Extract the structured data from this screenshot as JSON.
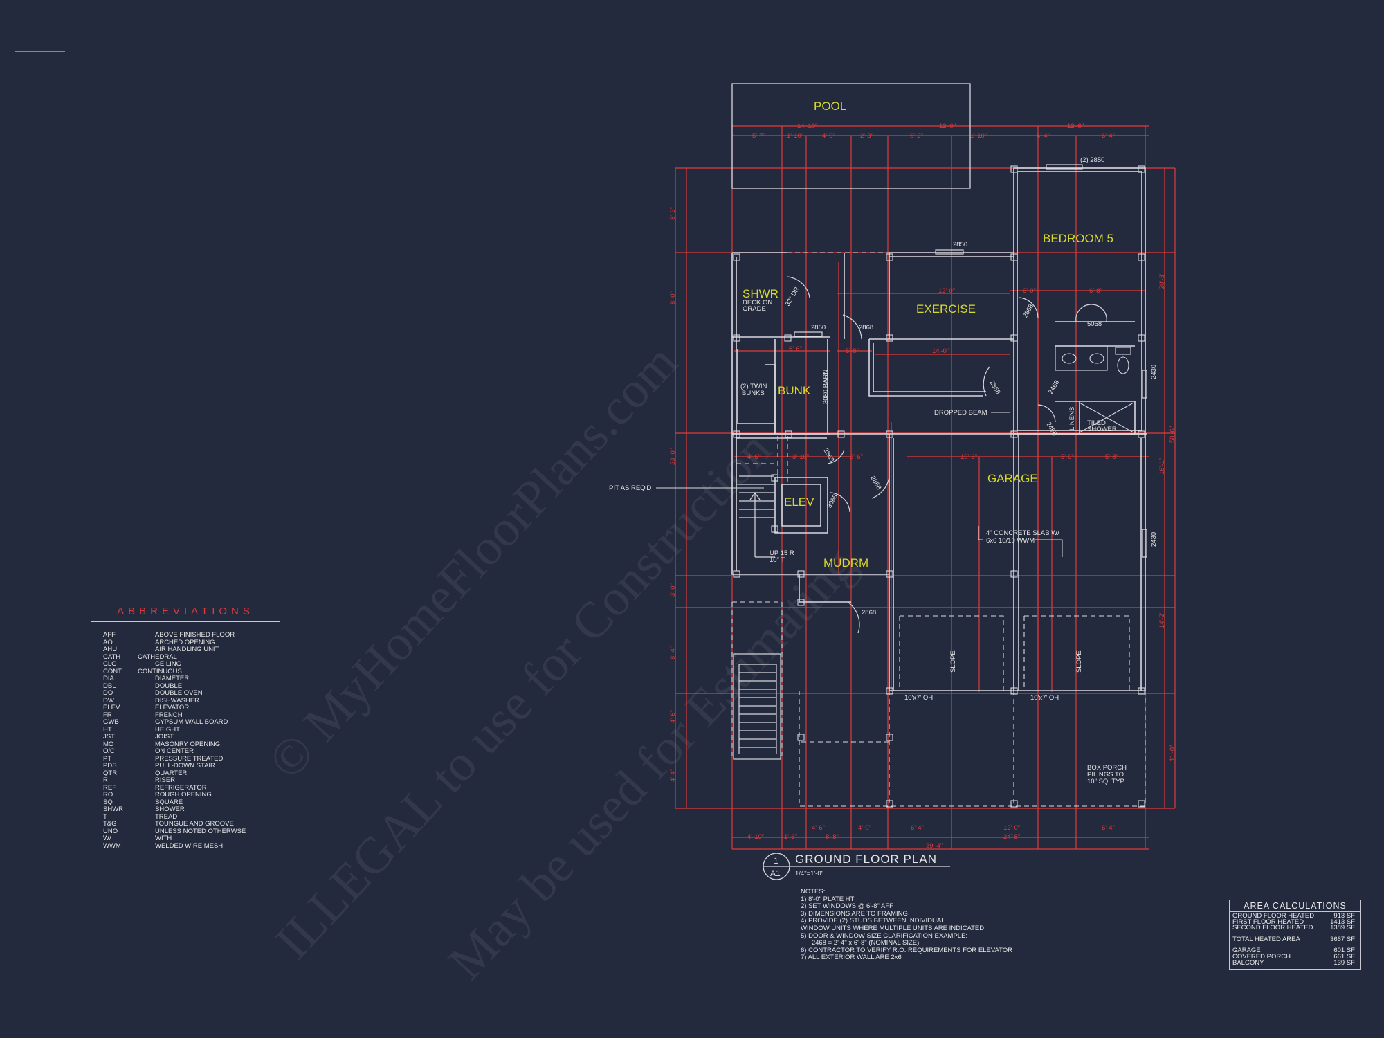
{
  "drawing": {
    "pool_label": "POOL",
    "rooms": {
      "shwr": "SHWR",
      "shwr_sub1": "DECK ON",
      "shwr_sub2": "GRADE",
      "bunk": "BUNK",
      "twin_bunks1": "(2) TWIN",
      "twin_bunks2": "BUNKS",
      "exercise": "EXERCISE",
      "bedroom": "BEDROOM 5",
      "garage": "GARAGE",
      "elev": "ELEV",
      "mudrm": "MUDRM"
    },
    "notes_on_plan": {
      "windows_2850_top": "(2) 2850",
      "w_2850_a": "2850",
      "w_2850_b": "2850",
      "d_2868_a": "2868",
      "d_2868_b": "2868",
      "d_2868_c": "2868",
      "d_2868_d": "2868",
      "d_5068": "5068",
      "d_3068": "3068",
      "d_2430_a": "2430",
      "d_2430_b": "2430",
      "barn": "3080 BARN",
      "dropped_beam": "DROPPED BEAM",
      "linens": "LINENS",
      "tiled1": "TILED",
      "tiled2": "SHOWER",
      "pit": "PIT AS REQ'D",
      "slab1": "4\" CONCRETE SLAB W/",
      "slab2": "6x6 10/10 WWM",
      "slope": "SLOPE",
      "oh_a": "10'x7' OH",
      "oh_b": "10'x7' OH",
      "up1": "UP 15 R",
      "up2": "10\" T",
      "porch1": "BOX PORCH",
      "porch2": "PILINGS TO",
      "porch3": "10\" SQ. TYP.",
      "dr32": "32\" DR",
      "d_2468": "2468"
    },
    "dims": {
      "top1": "14'-10\"",
      "top2": "12'-0\"",
      "top3": "12'-8\"",
      "t_a": "5'-7\"",
      "t_b": "1'-10\"",
      "t_c": "4'-0\"",
      "t_d": "2'-3\"",
      "t_e": "6'-2\"",
      "t_f": "1'-10\"",
      "t_g": "6'-4\"",
      "t_h": "6'-4\"",
      "l_a": "8'-2\"",
      "l_b": "8'-0\"",
      "l_c": "23'-0\"",
      "l_d": "3'-0\"",
      "l_e": "8'-4\"",
      "l_f": "4'-6\"",
      "l_g": "4'-4\"",
      "r_a": "20'-3\"",
      "r_b": "50'-6\"",
      "r_c": "16'-1\"",
      "r_d": "14'-2\"",
      "r_e": "11'-0\"",
      "i_exer": "12'-0\"",
      "i_14": "14'-0\"",
      "i_6a": "6'-0\"",
      "i_6b": "6'-8\"",
      "i_66": "6'-6\"",
      "i_58": "5'-8\"",
      "i_106": "10'-6\"",
      "i_50": "5'-0\"",
      "i_58b": "5'-8\"",
      "i_46": "4'-6\"",
      "i_310": "3'-10\"",
      "i_26": "2'-6\"",
      "b_a": "4'-10\"",
      "b_b": "1'-6\"",
      "b_c": "4'-6\"",
      "b_d": "4'-0\"",
      "b_e": "6'-4\"",
      "b_f": "12'-0\"",
      "b_g": "6'-4\"",
      "b_h": "8'-8\"",
      "b_i": "24'-8\"",
      "b_j": "39'-4\""
    }
  },
  "title_block": {
    "number": "1",
    "sheet": "A1",
    "title": "GROUND FLOOR PLAN",
    "scale": "1/4\"=1'-0\""
  },
  "notes": {
    "heading": "NOTES:",
    "items": [
      "1) 8'-0\" PLATE HT",
      "2) SET WINDOWS @ 6'-8\" AFF",
      "3) DIMENSIONS ARE TO FRAMING",
      "4) PROVIDE (2) STUDS BETWEEN INDIVIDUAL",
      "WINDOW UNITS WHERE MULTIPLE UNITS ARE INDICATED",
      "5) DOOR & WINDOW SIZE CLARIFICATION EXAMPLE:",
      "      2468 = 2'-4\" x 6'-8\" (NOMINAL SIZE)",
      "6) CONTRACTOR TO VERIFY R.O. REQUIREMENTS FOR ELEVATOR",
      "7) ALL EXTERIOR WALL ARE 2x6"
    ]
  },
  "abbreviations": {
    "title": "ABBREVIATIONS",
    "items": [
      [
        "AFF",
        "ABOVE FINISHED FLOOR"
      ],
      [
        "AO",
        "ARCHED OPENING"
      ],
      [
        "AHU",
        "AIR HANDLING UNIT"
      ],
      [
        "CATH",
        "CATHEDRAL"
      ],
      [
        "CLG",
        "CEILING"
      ],
      [
        "CONT",
        "CONTINUOUS"
      ],
      [
        "DIA",
        "DIAMETER"
      ],
      [
        "DBL",
        "DOUBLE"
      ],
      [
        "DO",
        "DOUBLE OVEN"
      ],
      [
        "DW",
        "DISHWASHER"
      ],
      [
        "ELEV",
        "ELEVATOR"
      ],
      [
        "FR",
        "FRENCH"
      ],
      [
        "GWB",
        "GYPSUM WALL BOARD"
      ],
      [
        "HT",
        "HEIGHT"
      ],
      [
        "JST",
        "JOIST"
      ],
      [
        "MO",
        "MASONRY OPENING"
      ],
      [
        "O/C",
        "ON CENTER"
      ],
      [
        "PT",
        "PRESSURE TREATED"
      ],
      [
        "PDS",
        "PULL-DOWN STAIR"
      ],
      [
        "QTR",
        "QUARTER"
      ],
      [
        "R",
        "RISER"
      ],
      [
        "REF",
        "REFRIGERATOR"
      ],
      [
        "RO",
        "ROUGH OPENING"
      ],
      [
        "SQ",
        "SQUARE"
      ],
      [
        "SHWR",
        "SHOWER"
      ],
      [
        "T",
        "TREAD"
      ],
      [
        "T&G",
        "TOUNGUE AND GROOVE"
      ],
      [
        "UNO",
        "UNLESS NOTED OTHERWSE"
      ],
      [
        "W/",
        "WITH"
      ],
      [
        "WWM",
        "WELDED WIRE MESH"
      ]
    ]
  },
  "area_calculations": {
    "title": "AREA CALCULATIONS",
    "heated": [
      [
        "GROUND FLOOR HEATED",
        "913 SF"
      ],
      [
        "FIRST FLOOR HEATED",
        "1413 SF"
      ],
      [
        "SECOND FLOOR HEATED",
        "1389 SF"
      ]
    ],
    "total": [
      "TOTAL HEATED AREA",
      "3667 SF"
    ],
    "other": [
      [
        "GARAGE",
        "601 SF"
      ],
      [
        "COVERED PORCH",
        "661 SF"
      ],
      [
        "BALCONY",
        "139 SF"
      ]
    ]
  },
  "watermark": {
    "line1": "© MyHomeFloorPlans.com",
    "line2": "ILLEGAL to use for Construction",
    "line3": "May be used for Estimating"
  },
  "colors": {
    "background": "#242a3d",
    "walls": "#d8d8e0",
    "dimensions": "#e03a3a",
    "room_labels": "#d9d92a",
    "corner_marks": "#3fa6b0"
  }
}
